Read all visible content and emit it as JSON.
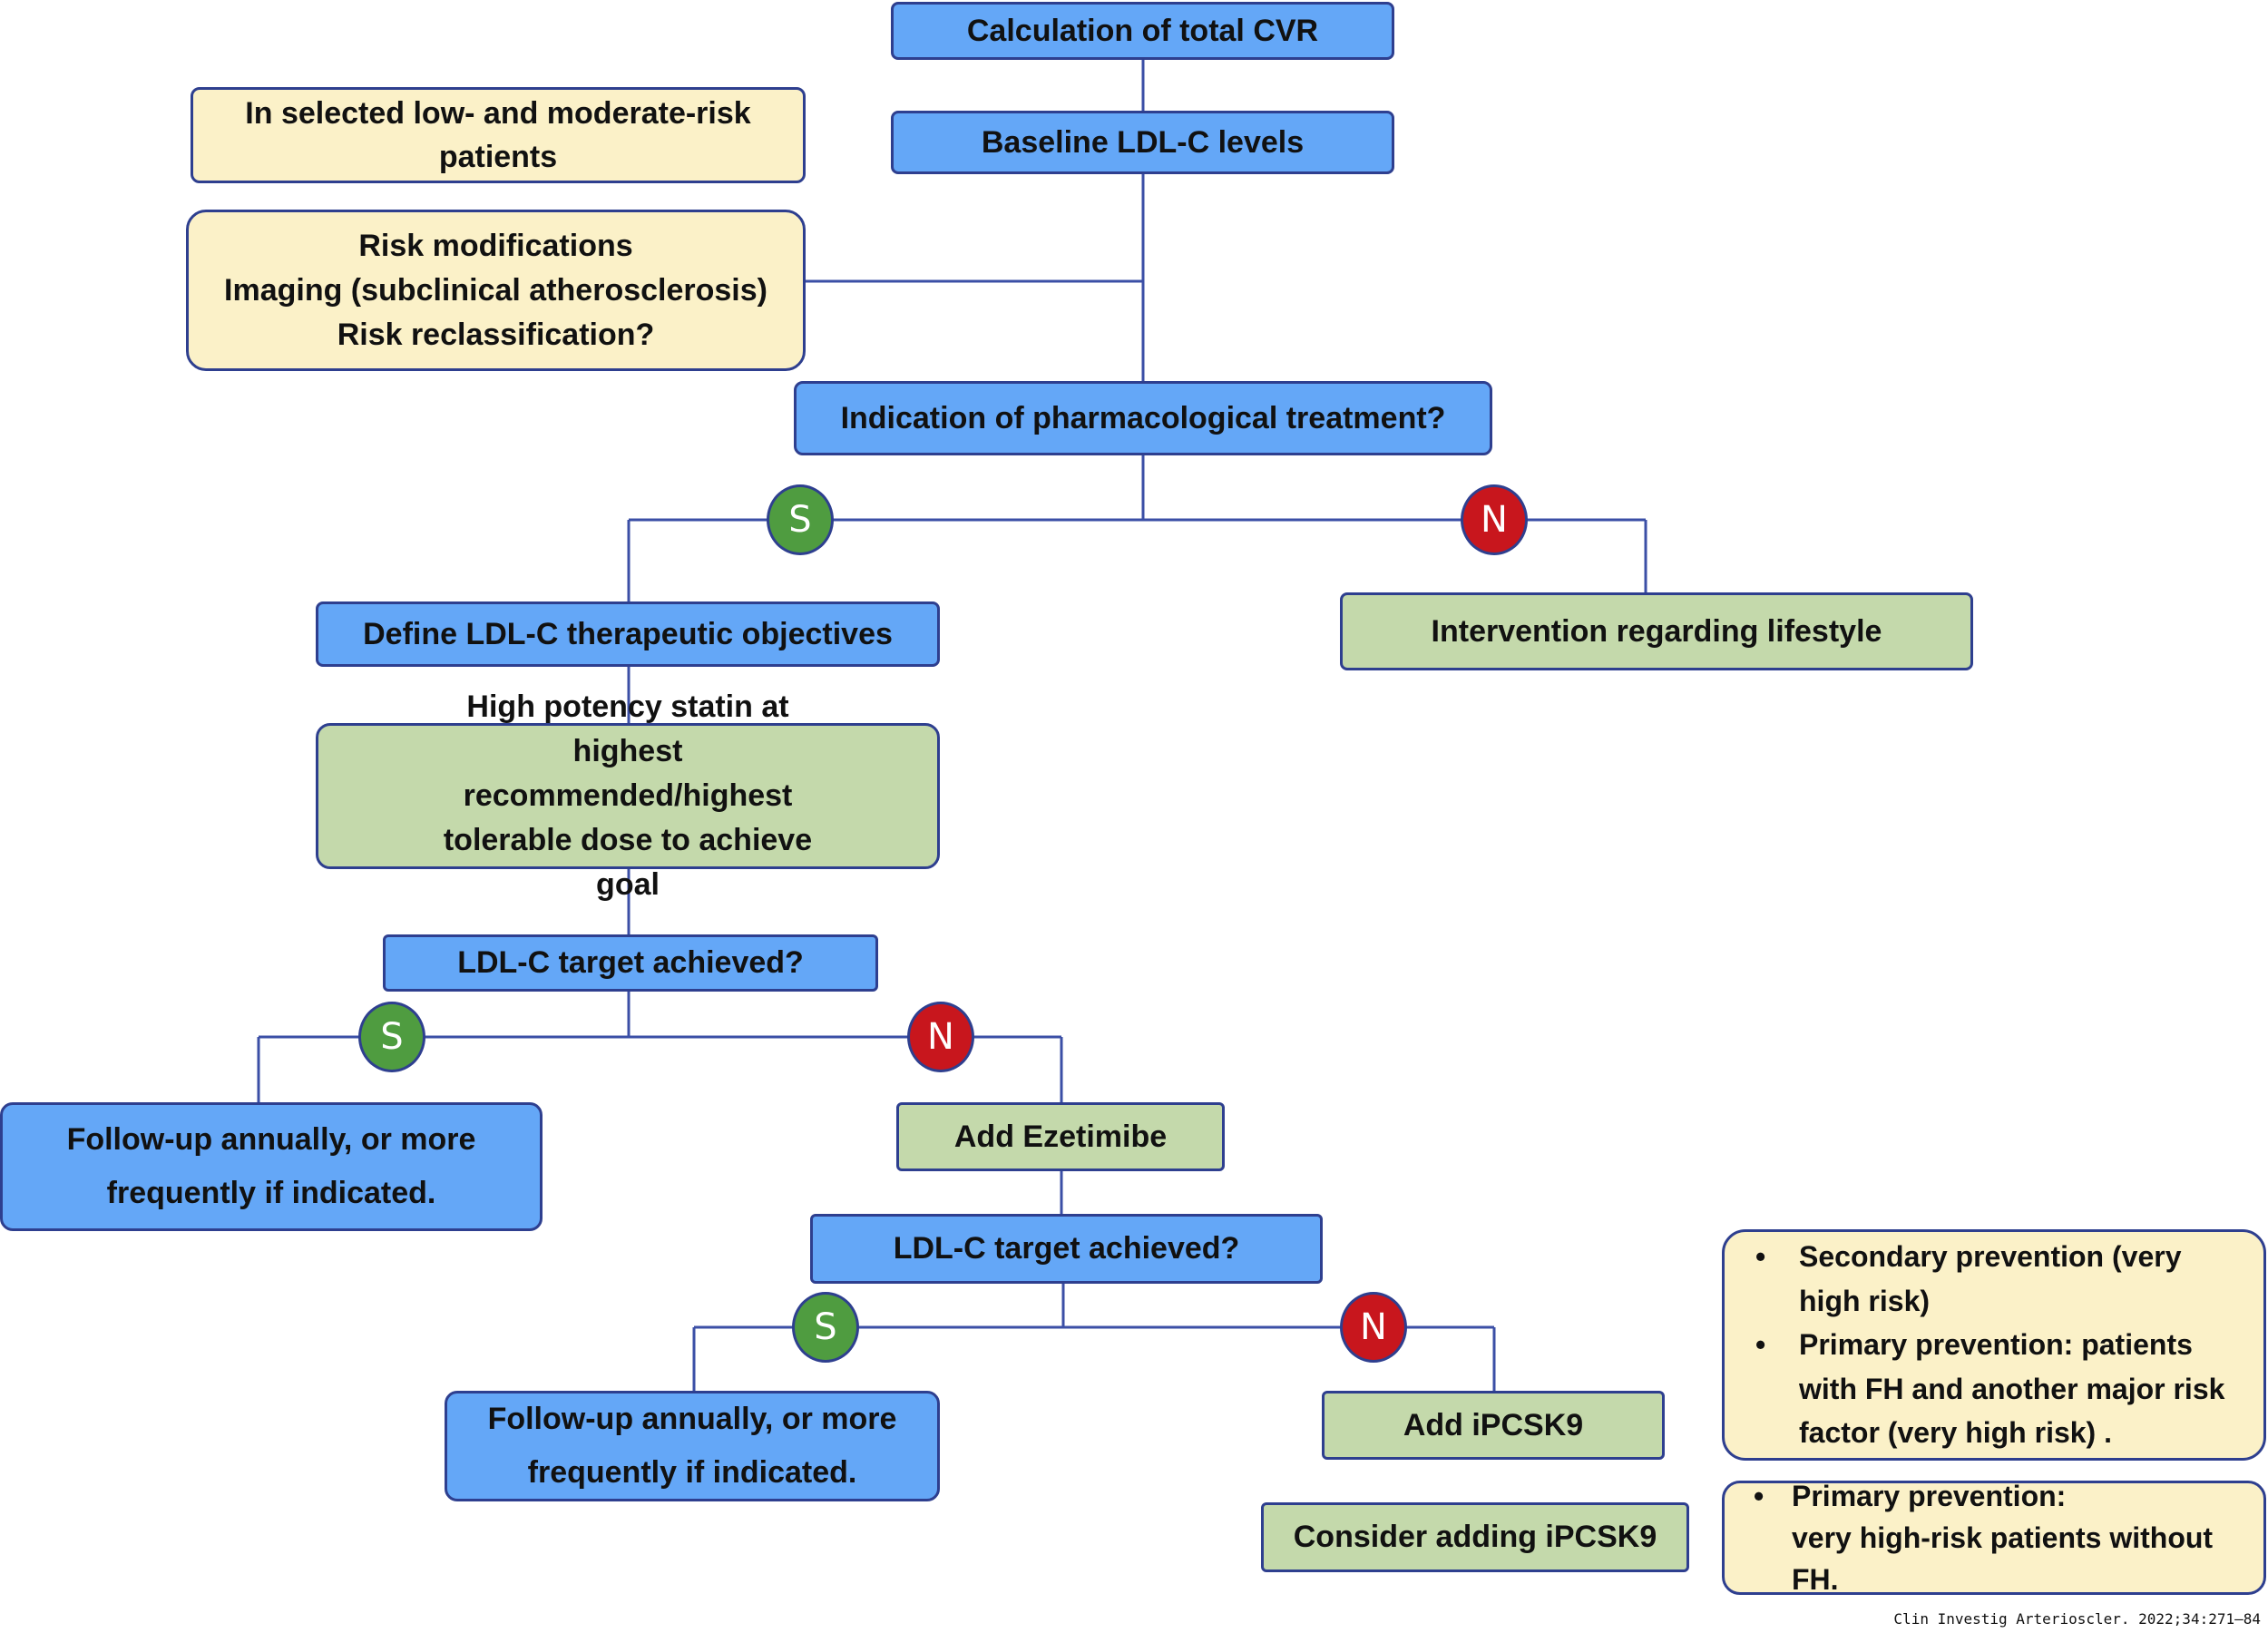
{
  "nodes": {
    "calc_cvr": "Calculation of total CVR",
    "baseline_ldl": "Baseline LDL-C levels",
    "selected_patients": "In selected low- and moderate-risk patients",
    "risk_modifications": [
      "Risk modifications",
      "Imaging (subclinical atherosclerosis)",
      "Risk reclassification?"
    ],
    "indication_treatment": "Indication of pharmacological treatment?",
    "define_objectives": "Define LDL-C therapeutic objectives",
    "lifestyle": "Intervention regarding lifestyle",
    "high_potency_statin": "High potency statin at highest recommended/highest tolerable dose to achieve goal",
    "target_achieved_1": "LDL-C target achieved?",
    "followup_1": "Follow-up annually, or more frequently if indicated.",
    "add_ezetimibe": "Add Ezetimibe",
    "target_achieved_2": "LDL-C target achieved?",
    "followup_2": "Follow-up annually, or more frequently if indicated.",
    "add_ipcsk9": "Add iPCSK9",
    "consider_ipcsk9": "Consider adding iPCSK9"
  },
  "decisions": {
    "yes": "S",
    "no": "N"
  },
  "notes": {
    "very_high_risk": [
      "Secondary prevention (very high risk)",
      "Primary prevention: patients with FH and another major risk factor (very high risk) ."
    ],
    "without_fh": [
      "Primary prevention:\nvery high-risk patients without FH."
    ]
  },
  "citation": "Clin Investig Arterioscler. 2022;34:271–84",
  "colors": {
    "process_blue": "#64a7f7",
    "action_green": "#c4d9ab",
    "note_cream": "#fbf1c8",
    "border_navy": "#2e3f8f",
    "yes_green": "#4f9c40",
    "no_red": "#c8161d"
  }
}
